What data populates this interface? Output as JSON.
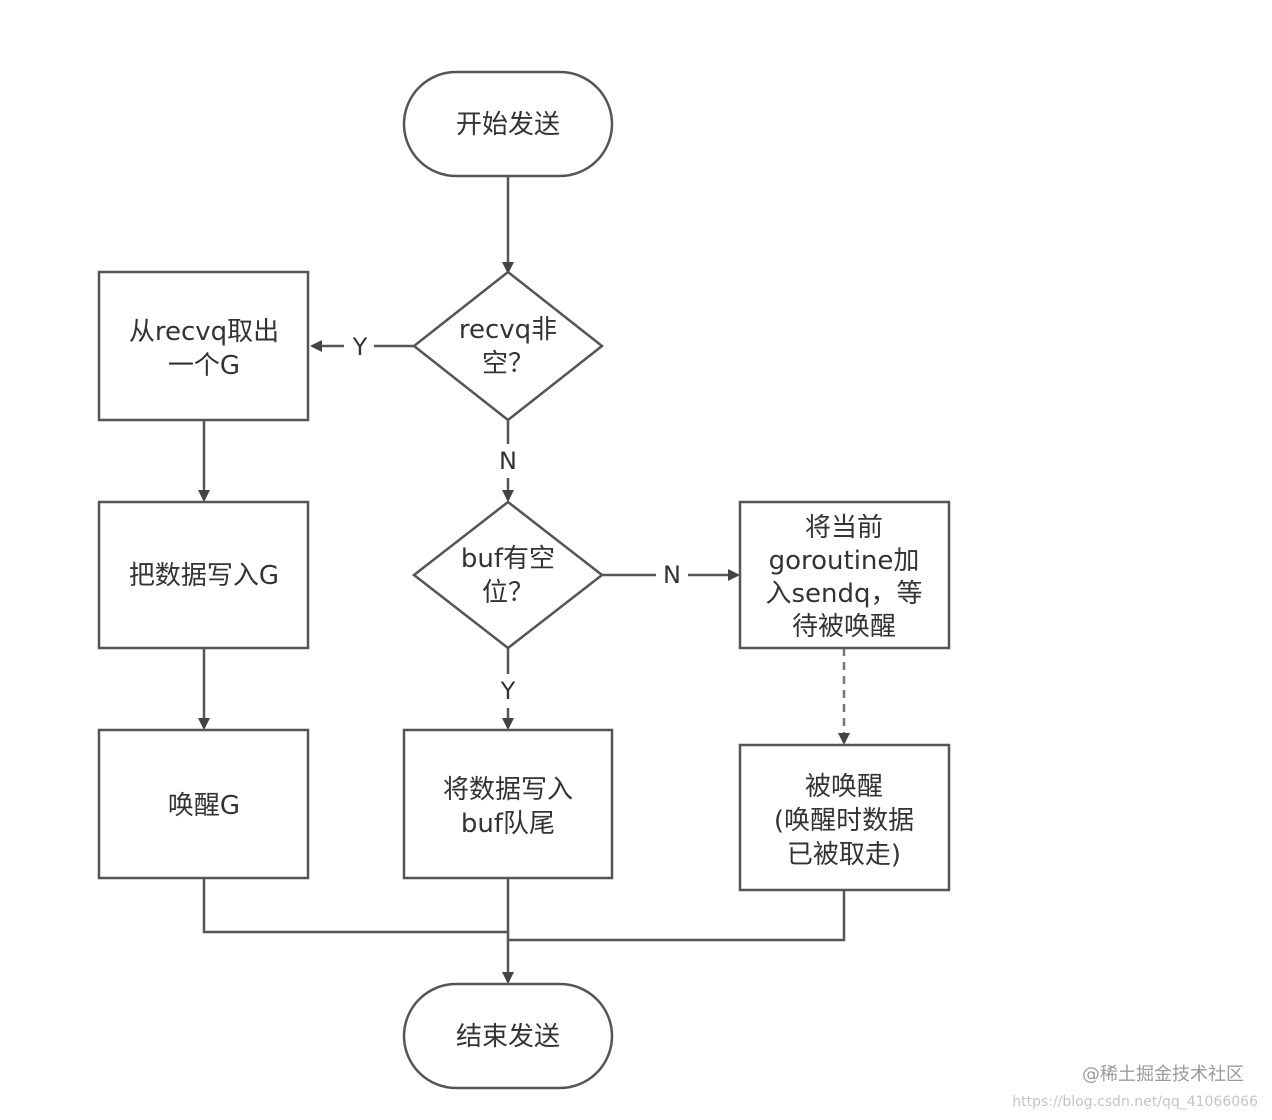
{
  "nodes": {
    "start": "开始发送",
    "recvq_check_1": "recvq非",
    "recvq_check_2": "空？",
    "take_g_1": "从recvq取出",
    "take_g_2": "一个G",
    "write_g": "把数据写入G",
    "wake_g": "唤醒G",
    "buf_check_1": "buf有空",
    "buf_check_2": "位？",
    "write_buf_1": "将数据写入",
    "write_buf_2": "buf队尾",
    "enqueue_1": "将当前",
    "enqueue_2": "goroutine加",
    "enqueue_3": "入sendq，等",
    "enqueue_4": "待被唤醒",
    "woken_1": "被唤醒",
    "woken_2": "(唤醒时数据",
    "woken_3": "已被取走)",
    "end": "结束发送"
  },
  "edge_labels": {
    "recvq_yes": "Y",
    "recvq_no": "N",
    "buf_no": "N",
    "buf_yes": "Y"
  },
  "watermark": {
    "community": "@稀土掘金技术社区",
    "url": "https://blog.csdn.net/qq_41066066"
  }
}
